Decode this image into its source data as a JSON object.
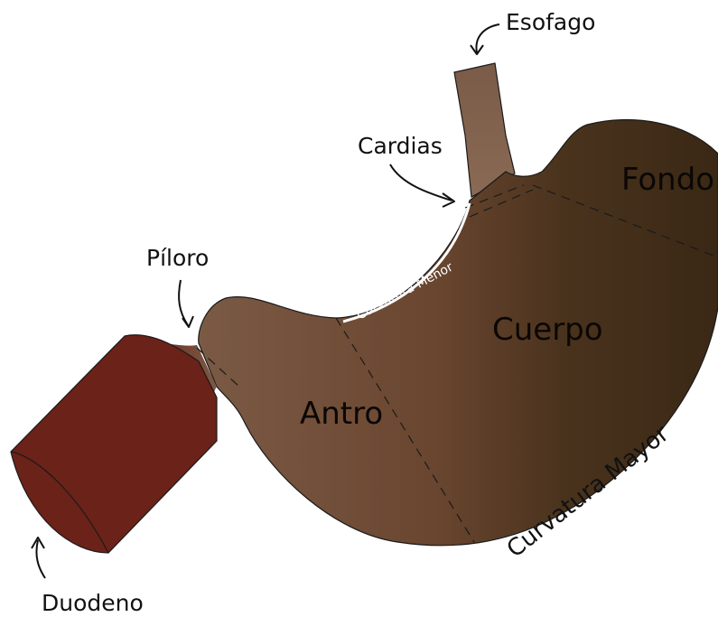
{
  "labels": {
    "esofago": "Esofago",
    "cardias": "Cardias",
    "piloro": "Píloro",
    "duodeno": "Duodeno",
    "fondo": "Fondo",
    "cuerpo": "Cuerpo",
    "antro": "Antro",
    "curvatura_menor": "Curvatura Menor",
    "curvatura_mayor": "Curvatura Mayor"
  },
  "colors": {
    "stomach_light": "#7b5a45",
    "stomach_mid": "#6a4630",
    "stomach_dark": "#3e2b17",
    "esophagus": "#7d5e4a",
    "duodenum": "#6b2219",
    "outline": "#1a1a1a"
  }
}
